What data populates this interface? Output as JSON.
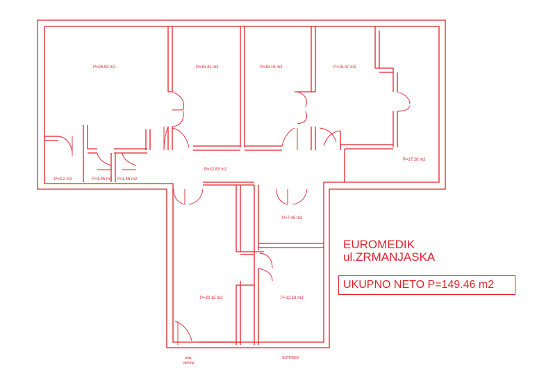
{
  "company": "EUROMEDIK",
  "street": "ul.ZRMANJASKA",
  "total_area": "UKUPNO NETO P=149.46 m2",
  "rooms": [
    {
      "label": "P=26.93 m2"
    },
    {
      "label": "P=15.41 m2"
    },
    {
      "label": "P=15.15 m2"
    },
    {
      "label": "P=15.47 m2"
    },
    {
      "label": "P=17.28 m2"
    },
    {
      "label": "P=12.83 m2"
    },
    {
      "label": "P=3.2 m2"
    },
    {
      "label": "P=1.95 m2"
    },
    {
      "label": "P=1.46 m2"
    },
    {
      "label": "P=7.45 m2"
    },
    {
      "label": "P=20.15 m2"
    },
    {
      "label": "P=12.18 m2"
    }
  ],
  "notes": {
    "exit_line1": "izlaz",
    "exit_line2": "parking",
    "level": "SUTEREN"
  },
  "colors": {
    "line": "#e0202a",
    "background": "#ffffff"
  }
}
